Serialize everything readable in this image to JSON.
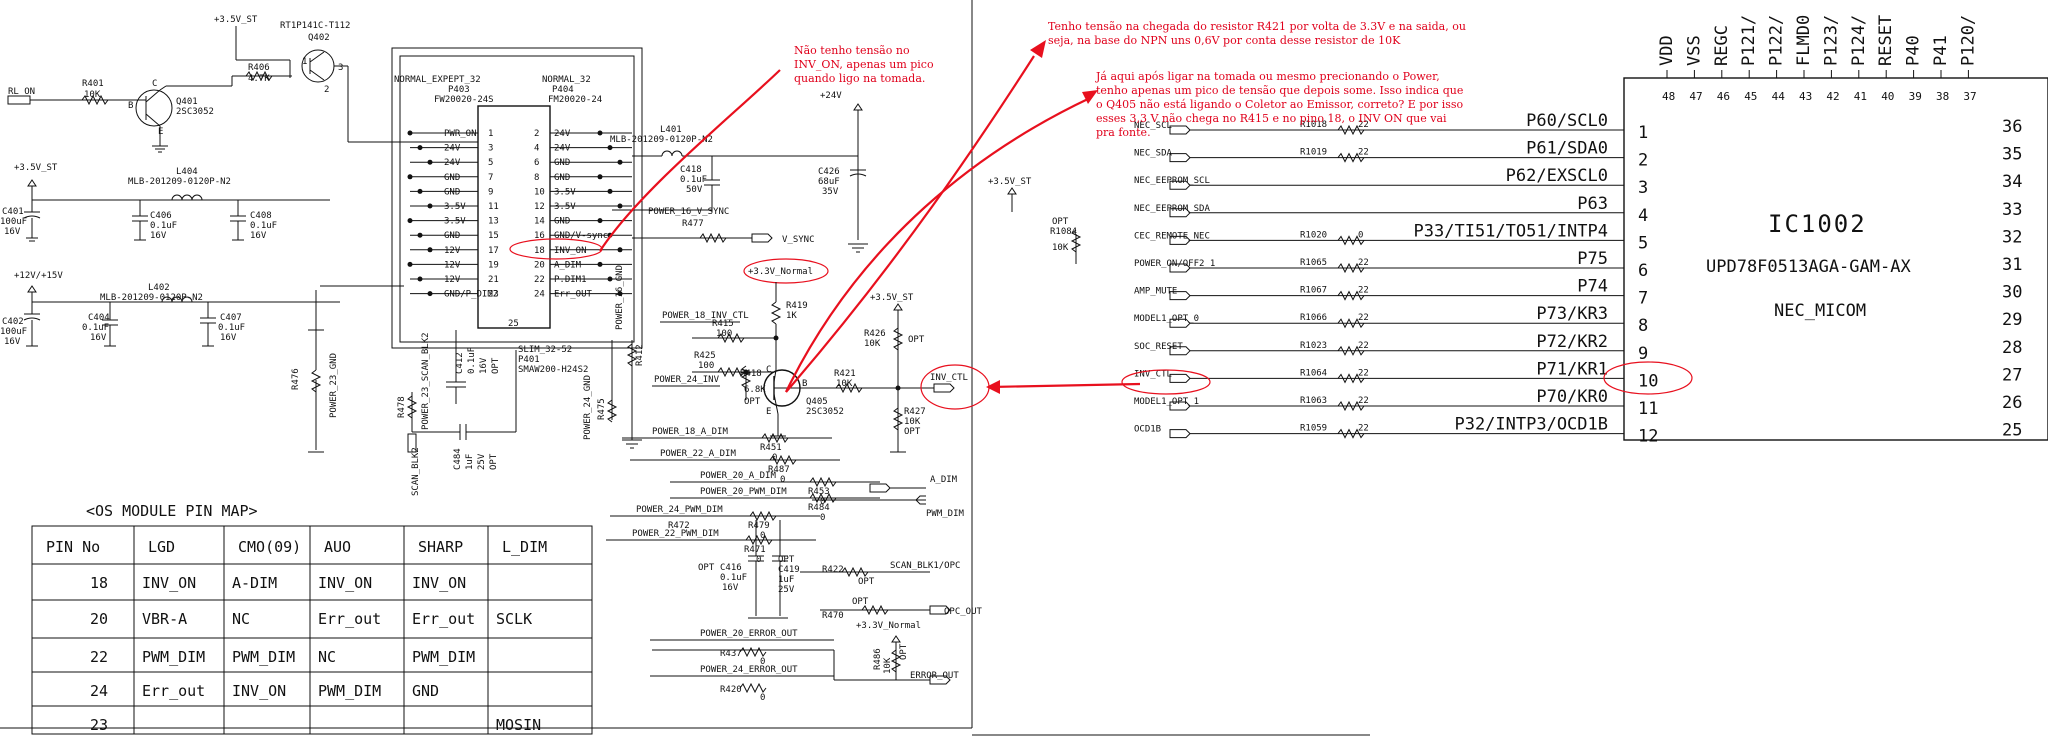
{
  "q402": {
    "ref": "Q402",
    "part": "RT1P141C-T112",
    "supply": "+3.5V_ST",
    "r406": "R406",
    "r406v": "4.7K",
    "pins": [
      "1",
      "2",
      "3"
    ]
  },
  "q401": {
    "ref": "Q401",
    "part": "2SC3052",
    "in": "RL_ON",
    "r401": "R401",
    "r401v": "10K",
    "b": "B",
    "c": "C",
    "e": "E"
  },
  "filters": {
    "l404": "L404",
    "l404p": "MLB-201209-0120P-N2",
    "rail1": "+3.5V_ST",
    "c401": [
      "C401",
      "100uF",
      "16V"
    ],
    "c406": [
      "C406",
      "0.1uF",
      "16V"
    ],
    "c408": [
      "C408",
      "0.1uF",
      "16V"
    ],
    "l402": "L402",
    "l402p": "MLB-201209-0120P-N2",
    "rail2": "+12V/+15V",
    "c402": [
      "C402",
      "100uF",
      "16V"
    ],
    "c404": [
      "C404",
      "0.1uF",
      "16V"
    ],
    "c407": [
      "C407",
      "0.1uF",
      "16V"
    ],
    "r476": "R476",
    "r476n": "POWER_23_GND"
  },
  "connector": {
    "head1": "NORMAL_EXPEPT_32",
    "head1b": "P403",
    "head1c": "FW20020-24S",
    "head2": "NORMAL_32",
    "head2b": "P404",
    "head2c": "FM20020-24",
    "odd_nums": [
      "1",
      "3",
      "5",
      "7",
      "9",
      "11",
      "13",
      "15",
      "17",
      "19",
      "21",
      "23"
    ],
    "odd_names": [
      "PWR_ON",
      "24V",
      "24V",
      "GND",
      "GND",
      "3.5V",
      "3.5V",
      "GND",
      "12V",
      "12V",
      "12V",
      "GND/P_DIM2"
    ],
    "even_nums": [
      "2",
      "4",
      "6",
      "8",
      "10",
      "12",
      "14",
      "16",
      "18",
      "20",
      "22",
      "24"
    ],
    "even_names": [
      "24V",
      "24V",
      "GND",
      "GND",
      "3.5V",
      "3.5V",
      "GND",
      "GND/V-sync",
      "INV_ON",
      "A_DIM",
      "P.DIM1",
      "Err_OUT"
    ],
    "pin25": "25",
    "foot1": "SLIM_32-52",
    "foot2": "P401",
    "foot3": "SMAW200-H24S2"
  },
  "right_parts": {
    "l401": "L401",
    "l401p": "MLB-201209-0120P-N2",
    "v24": "+24V",
    "c418": [
      "C418",
      "0.1uF",
      "50V"
    ],
    "c426": [
      "C426",
      "68uF",
      "35V"
    ],
    "vsync_net": "POWER_16_V_SYNC",
    "r477": "R477",
    "vsync": "V_SYNC",
    "c412": [
      "C412",
      "0.1uF",
      "16V",
      "OPT"
    ],
    "r478": "R478",
    "scan_net": "POWER_23_SCAN_BLK2",
    "scan_blk2": "SCAN_BLK2",
    "c484": [
      "C484",
      "1uF",
      "25V",
      "OPT"
    ],
    "r412": "R412",
    "r475": "R475",
    "p24gnd": "POWER_24_GND",
    "p16gnd": "POWER_16_GND"
  },
  "q405": {
    "ref": "Q405",
    "part": "2SC3052",
    "b": "B",
    "c": "C",
    "e": "E",
    "normal": "+3.3V_Normal",
    "r419": "R419",
    "r419v": "1K",
    "inv_net": "POWER_18_INV_CTL",
    "r415": "R415",
    "r415v": "100",
    "r425": "R425",
    "r425v": "100",
    "p24inv": "POWER_24_INV",
    "r418": "R418",
    "r418v": "6.8K",
    "opt": "OPT",
    "r421": "R421",
    "r421v": "10K",
    "st": "+3.5V_ST",
    "r426": "R426",
    "r426v": "10K",
    "r426o": "OPT",
    "r427": "R427",
    "r427v": "10K",
    "r427o": "OPT",
    "inv_ctl": "INV_CTL"
  },
  "dim_nets": [
    {
      "net": "POWER_18_A_DIM",
      "r": "R451",
      "v": "0"
    },
    {
      "net": "POWER_22_A_DIM",
      "r": "R487",
      "v": "0"
    },
    {
      "net": "POWER_20_A_DIM",
      "r": "R453",
      "v": "0"
    },
    {
      "net": "POWER_20_PWM_DIM",
      "r": "R484",
      "v": "0"
    },
    {
      "net": "POWER_24_PWM_DIM",
      "r": "R479",
      "v": "0"
    },
    {
      "net": "POWER_22_PWM_DIM",
      "r": "R471",
      "v": "0"
    }
  ],
  "a_dim": "A_DIM",
  "pwm_dim": "PWM_DIM",
  "r472": "R472",
  "c416": [
    "C416",
    "0.1uF",
    "16V",
    "OPT"
  ],
  "c419": [
    "C419",
    "1uF",
    "25V",
    "OPT"
  ],
  "r422": "R422",
  "r422o": "OPT",
  "scan_blk1": "SCAN_BLK1/OPC",
  "r470": "R470",
  "r470o": "OPT",
  "opc_out": "OPC_OUT",
  "normal2": "+3.3V_Normal",
  "r486": "R486",
  "r486v": "10K",
  "r486o": "OPT",
  "err_nets": [
    {
      "net": "POWER_20_ERROR_OUT",
      "r": "R437",
      "v": "0"
    },
    {
      "net": "POWER_24_ERROR_OUT",
      "r": "R420",
      "v": "0"
    }
  ],
  "error_out": "ERROR_OUT",
  "pinmap": {
    "title": "<OS MODULE PIN MAP>",
    "headers": [
      "PIN No",
      "LGD",
      "CMO(09)",
      "AUO",
      "SHARP",
      "L_DIM"
    ],
    "rows": [
      [
        "18",
        "INV_ON",
        "A-DIM",
        "INV_ON",
        "INV_ON",
        ""
      ],
      [
        "20",
        "VBR-A",
        "NC",
        "Err_out",
        "Err_out",
        "SCLK"
      ],
      [
        "22",
        "PWM_DIM",
        "PWM_DIM",
        "NC",
        "PWM_DIM",
        ""
      ],
      [
        "24",
        "Err_out",
        "INV_ON",
        "PWM_DIM",
        "GND",
        ""
      ],
      [
        "23",
        "",
        "",
        "",
        "",
        "MOSIN"
      ]
    ]
  },
  "notes": {
    "n1": [
      "Não tenho tensão no",
      "INV_ON, apenas um pico",
      "quando ligo na tomada."
    ],
    "n2": [
      "Tenho tensão na chegada do resistor R421 por volta de 3.3V e na saida, ou",
      "seja, na base do NPN uns 0,6V por conta desse resistor de 10K"
    ],
    "n3": [
      "Já aqui após ligar na tomada ou mesmo precionando o Power,",
      "tenho apenas um pico de tensão que depois some. Isso indica que",
      "o Q405 não está ligando o Coletor ao Emissor, correto? E por isso",
      "esses 3,3 V não chega no R415 e no pino 18, o INV ON que vai",
      "pra fonte."
    ]
  },
  "micom": {
    "ref": "IC1002",
    "part": "UPD78F0513AGA-GAM-AX",
    "label": "NEC_MICOM",
    "top_pins": [
      "VDD",
      "VSS",
      "REGC",
      "P121/",
      "P122/",
      "FLMD0",
      "P123/",
      "P124/",
      "RESET",
      "P40",
      "P41",
      "P120/"
    ],
    "top_nums": [
      "48",
      "47",
      "46",
      "45",
      "44",
      "43",
      "42",
      "41",
      "40",
      "39",
      "38",
      "37"
    ],
    "left_nums": [
      "1",
      "2",
      "3",
      "4",
      "5",
      "6",
      "7",
      "8",
      "9",
      "10",
      "11",
      "12"
    ],
    "left_pins": [
      "P60/SCL0",
      "P61/SDA0",
      "P62/EXSCL0",
      "P63",
      "P33/TI51/TO51/INTP4",
      "P75",
      "P74",
      "P73/KR3",
      "P72/KR2",
      "P71/KR1",
      "P70/KR0",
      "P32/INTP3/OCD1B"
    ],
    "right_nums": [
      "36",
      "35",
      "34",
      "33",
      "32",
      "31",
      "30",
      "29",
      "28",
      "27",
      "26",
      "25"
    ],
    "nets": [
      "NEC_SCL",
      "NEC_SDA",
      "NEC_EEPROM_SCL",
      "NEC_EEPROM_SDA",
      "CEC_REMOTE_NEC",
      "POWER_ON/OFF2_1",
      "AMP_MUTE",
      "MODEL1_OPT_0",
      "SOC_RESET",
      "INV_CTL",
      "MODEL1_OPT_1",
      "OCD1B"
    ],
    "res": [
      [
        "R1018",
        "22"
      ],
      [
        "R1019",
        "22"
      ],
      [
        "",
        ""
      ],
      [
        "",
        ""
      ],
      [
        "R1020",
        "0"
      ],
      [
        "R1065",
        "22"
      ],
      [
        "R1067",
        "22"
      ],
      [
        "R1066",
        "22"
      ],
      [
        "R1023",
        "22"
      ],
      [
        "R1064",
        "22"
      ],
      [
        "R1063",
        "22"
      ],
      [
        "R1059",
        "22"
      ]
    ],
    "st": "+3.5V_ST",
    "r1084": "R1084",
    "r1084v": "10K",
    "r1084o": "OPT"
  }
}
